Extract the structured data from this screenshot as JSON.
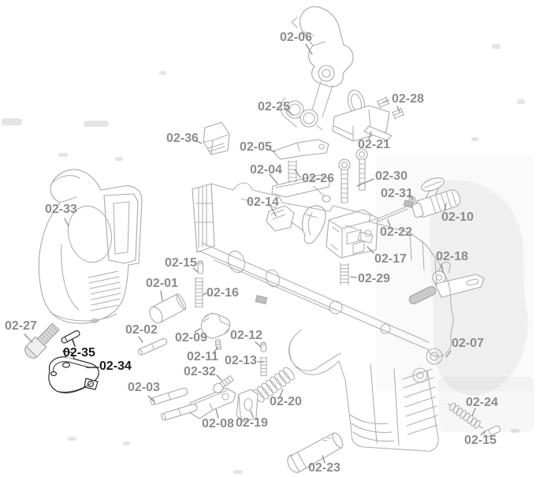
{
  "diagram": {
    "colors": {
      "background": "#ffffff",
      "label": "#8c8c8c",
      "label_emphasis": "#1a1a1a",
      "line_art": "#b0b0b0",
      "line_art_emphasis": "#2e2e2e"
    },
    "parts": [
      {
        "label": "02-06"
      },
      {
        "label": "02-25"
      },
      {
        "label": "02-36"
      },
      {
        "label": "02-05"
      },
      {
        "label": "02-04"
      },
      {
        "label": "02-26"
      },
      {
        "label": "02-14"
      },
      {
        "label": "02-28"
      },
      {
        "label": "02-21"
      },
      {
        "label": "02-30"
      },
      {
        "label": "02-31"
      },
      {
        "label": "02-10"
      },
      {
        "label": "02-22"
      },
      {
        "label": "02-17"
      },
      {
        "label": "02-29"
      },
      {
        "label": "02-18"
      },
      {
        "label": "02-07"
      },
      {
        "label": "02-24"
      },
      {
        "label": "02-15"
      },
      {
        "label": "02-23"
      },
      {
        "label": "02-20"
      },
      {
        "label": "02-19"
      },
      {
        "label": "02-08"
      },
      {
        "label": "02-03"
      },
      {
        "label": "02-32"
      },
      {
        "label": "02-13"
      },
      {
        "label": "02-12"
      },
      {
        "label": "02-11"
      },
      {
        "label": "02-09"
      },
      {
        "label": "02-02"
      },
      {
        "label": "02-01"
      },
      {
        "label": "02-15",
        "dark": false
      },
      {
        "label": "02-16"
      },
      {
        "label": "02-27"
      },
      {
        "label": "02-35",
        "dark": true
      },
      {
        "label": "02-34",
        "dark": true
      },
      {
        "label": "02-33"
      }
    ]
  }
}
